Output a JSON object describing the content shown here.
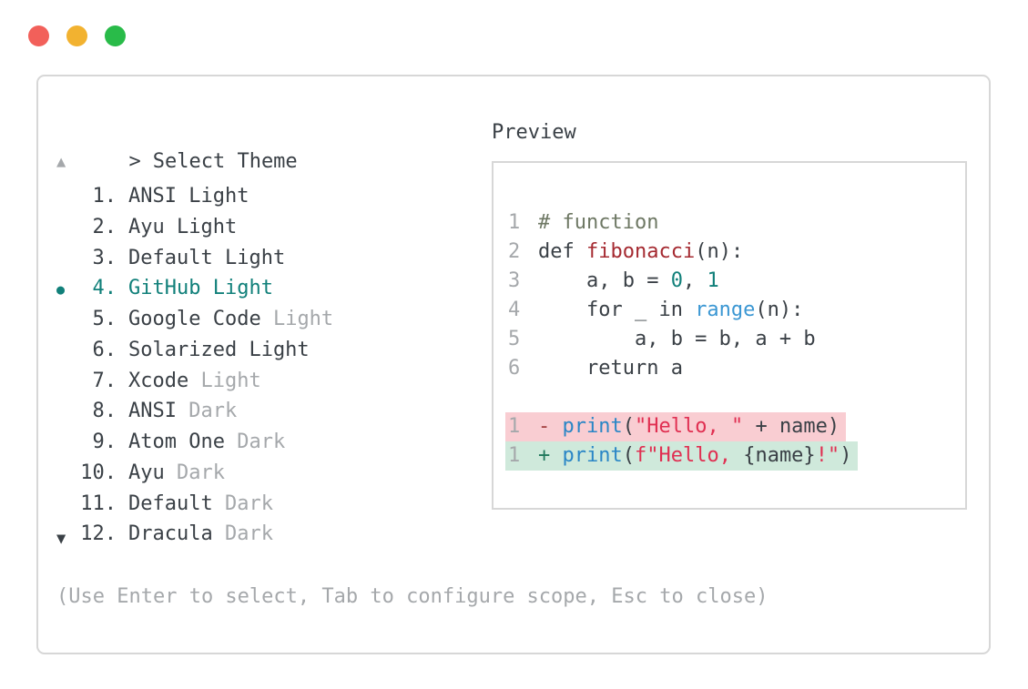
{
  "palette": {
    "tl_red": "#f2605a",
    "tl_yellow": "#f2b230",
    "tl_green": "#29bb49",
    "border": "#d7d7d7",
    "text": "#3a4046",
    "muted": "#a5a8ab",
    "accent": "#11807a",
    "comment": "#6e7864",
    "funcred": "#a52a31",
    "rangeblue": "#3b97d3",
    "printblue": "#2a86c6",
    "stringred": "#e02f51",
    "minus": "#a34141",
    "plus": "#20795c",
    "removedbg": "#f9cdd2",
    "addedbg": "#cfe9db"
  },
  "window": {
    "close_label": "close",
    "minimize_label": "minimize",
    "zoom_label": "zoom"
  },
  "selector": {
    "prompt_marker": ">",
    "title": "Select Theme",
    "scroll_up": "▲",
    "scroll_down": "▼",
    "selected_bullet": "●",
    "items": [
      {
        "num": "1",
        "name": "ANSI Light",
        "muted": "",
        "selected": false
      },
      {
        "num": "2",
        "name": "Ayu Light",
        "muted": "",
        "selected": false
      },
      {
        "num": "3",
        "name": "Default Light",
        "muted": "",
        "selected": false
      },
      {
        "num": "4",
        "name": "GitHub Light",
        "muted": "",
        "selected": true
      },
      {
        "num": "5",
        "name": "Google Code",
        "muted": "Light",
        "selected": false
      },
      {
        "num": "6",
        "name": "Solarized Light",
        "muted": "",
        "selected": false
      },
      {
        "num": "7",
        "name": "Xcode",
        "muted": "Light",
        "selected": false
      },
      {
        "num": "8",
        "name": "ANSI",
        "muted": "Dark",
        "selected": false
      },
      {
        "num": "9",
        "name": "Atom One",
        "muted": "Dark",
        "selected": false
      },
      {
        "num": "10",
        "name": "Ayu",
        "muted": "Dark",
        "selected": false
      },
      {
        "num": "11",
        "name": "Default",
        "muted": "Dark",
        "selected": false
      },
      {
        "num": "12",
        "name": "Dracula",
        "muted": "Dark",
        "selected": false
      }
    ],
    "hint": "(Use Enter to select, Tab to configure scope, Esc to close)"
  },
  "preview": {
    "title": "Preview",
    "code_lines": [
      {
        "num": "1",
        "tokens": [
          {
            "text": "# function",
            "style": "comment"
          }
        ]
      },
      {
        "num": "2",
        "tokens": [
          {
            "text": "def ",
            "style": "plain"
          },
          {
            "text": "fibonacci",
            "style": "func"
          },
          {
            "text": "(n):",
            "style": "plain"
          }
        ]
      },
      {
        "num": "3",
        "tokens": [
          {
            "text": "    a, b = ",
            "style": "plain"
          },
          {
            "text": "0",
            "style": "number"
          },
          {
            "text": ", ",
            "style": "plain"
          },
          {
            "text": "1",
            "style": "number"
          }
        ]
      },
      {
        "num": "4",
        "tokens": [
          {
            "text": "    for _ in ",
            "style": "plain"
          },
          {
            "text": "range",
            "style": "builtin"
          },
          {
            "text": "(n):",
            "style": "plain"
          }
        ]
      },
      {
        "num": "5",
        "tokens": [
          {
            "text": "        a, b = b, a + b",
            "style": "plain"
          }
        ]
      },
      {
        "num": "6",
        "tokens": [
          {
            "text": "    return a",
            "style": "plain"
          }
        ]
      }
    ],
    "diff_lines": [
      {
        "num": "1",
        "kind": "removed",
        "tokens": [
          {
            "text": "- ",
            "style": "minus"
          },
          {
            "text": "print",
            "style": "call"
          },
          {
            "text": "(",
            "style": "plain"
          },
          {
            "text": "\"Hello, \"",
            "style": "string"
          },
          {
            "text": " + name)",
            "style": "plain"
          }
        ]
      },
      {
        "num": "1",
        "kind": "added",
        "tokens": [
          {
            "text": "+ ",
            "style": "plus"
          },
          {
            "text": "print",
            "style": "call"
          },
          {
            "text": "(",
            "style": "plain"
          },
          {
            "text": "f\"Hello, ",
            "style": "string"
          },
          {
            "text": "{name}",
            "style": "plain"
          },
          {
            "text": "!\"",
            "style": "string"
          },
          {
            "text": ")",
            "style": "plain"
          }
        ]
      }
    ]
  }
}
